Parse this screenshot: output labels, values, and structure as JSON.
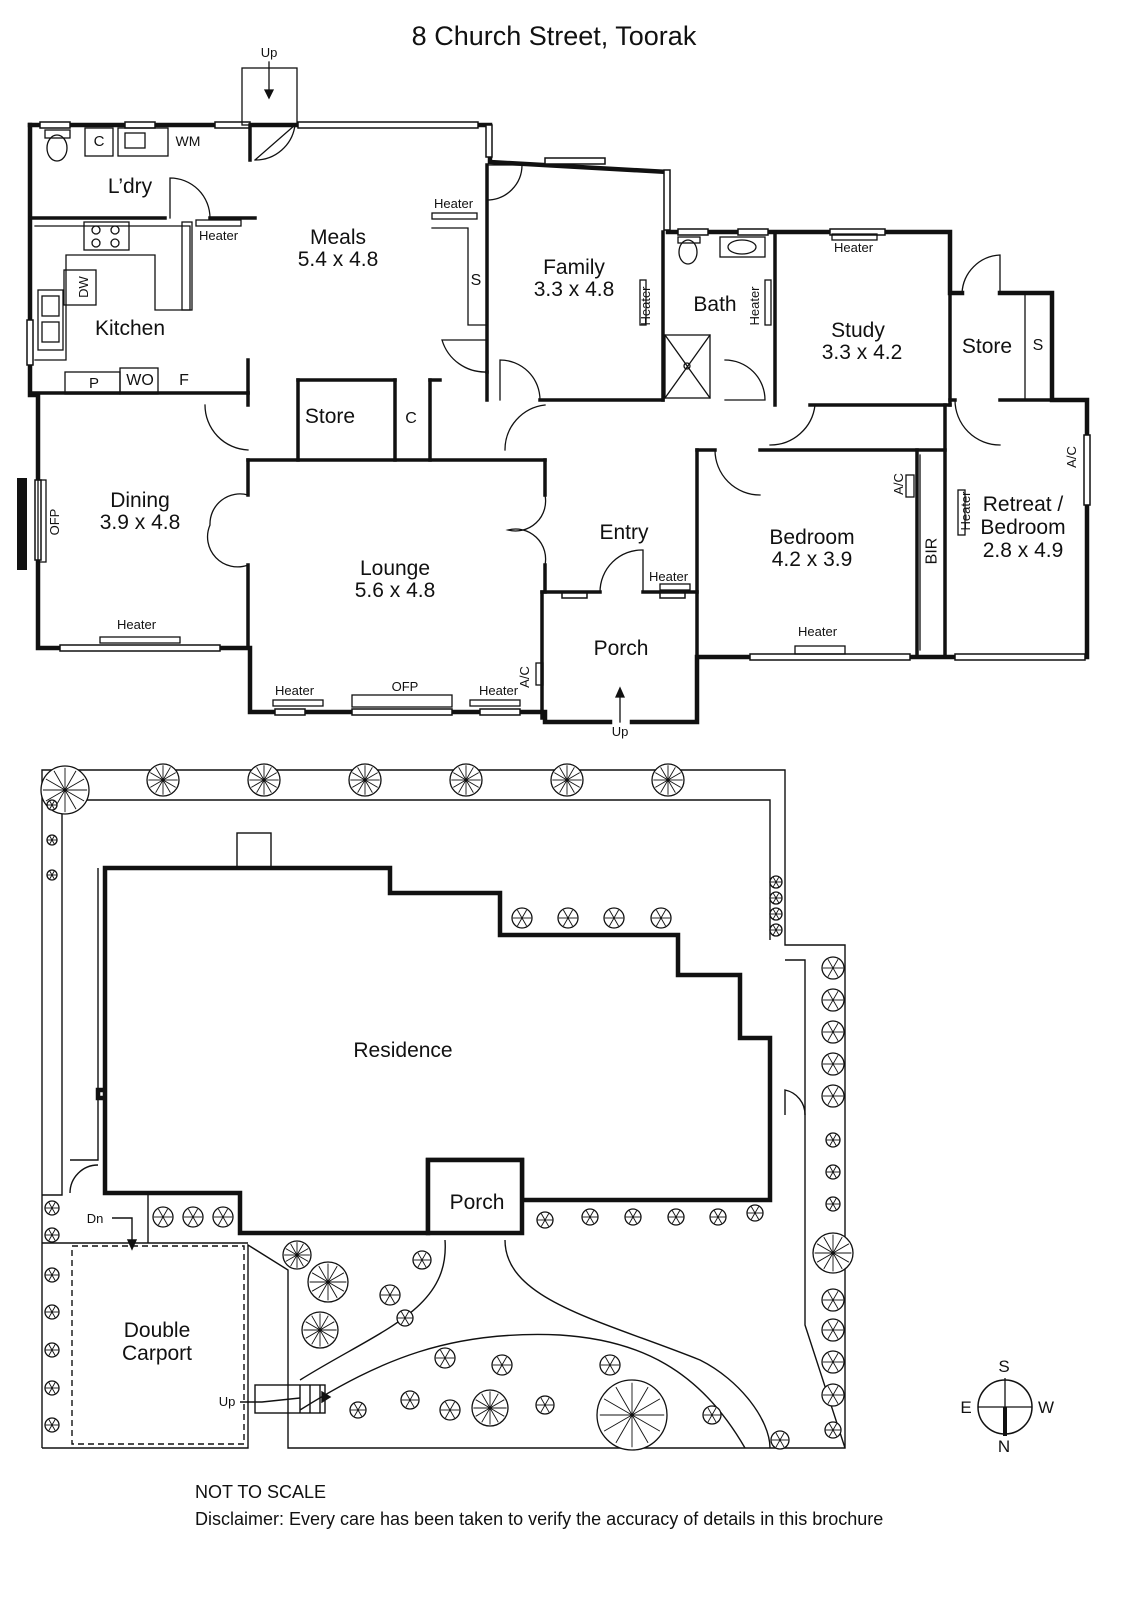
{
  "title": "8 Church Street, Toorak",
  "rooms": {
    "laundry": "L’dry",
    "kitchen": "Kitchen",
    "meals": {
      "name": "Meals",
      "size": "5.4 x 4.8"
    },
    "family": {
      "name": "Family",
      "size": "3.3 x 4.8"
    },
    "bath": "Bath",
    "study": {
      "name": "Study",
      "size": "3.3 x 4.2"
    },
    "store_right": "Store",
    "store_center": "Store",
    "dining": {
      "name": "Dining",
      "size": "3.9 x 4.8"
    },
    "lounge": {
      "name": "Lounge",
      "size": "5.6 x 4.8"
    },
    "entry": "Entry",
    "porch": "Porch",
    "bedroom": {
      "name": "Bedroom",
      "size": "4.2 x 3.9"
    },
    "retreat": {
      "name_line1": "Retreat /",
      "name_line2": "Bedroom",
      "size": "2.8 x 4.9"
    }
  },
  "fixtures": {
    "cupboard": "C",
    "washing_machine": "WM",
    "dishwasher": "DW",
    "pantry": "P",
    "wall_oven": "WO",
    "fridge": "F",
    "shelves": "S",
    "heater": "Heater",
    "open_fireplace": "OFP",
    "air_conditioner": "A/C",
    "built_in_robe": "BIR",
    "up": "Up",
    "down": "Dn"
  },
  "site": {
    "residence": "Residence",
    "porch": "Porch",
    "carport_line1": "Double",
    "carport_line2": "Carport"
  },
  "compass": {
    "north": "N",
    "south": "S",
    "east": "E",
    "west": "W"
  },
  "footer": {
    "scale_note": "NOT TO SCALE",
    "disclaimer": "Disclaimer: Every care has been taken to verify the accuracy of details in this brochure"
  }
}
